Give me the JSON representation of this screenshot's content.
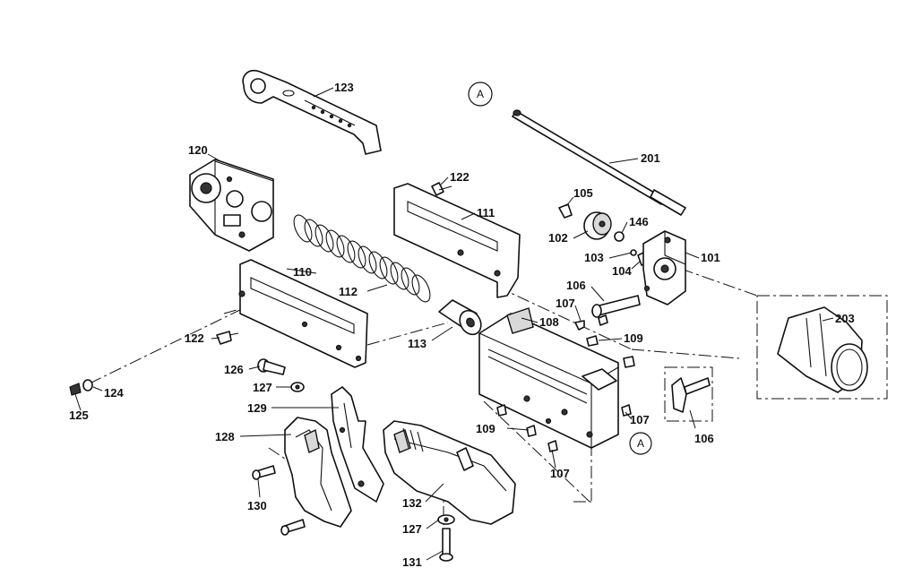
{
  "labels": {
    "p123": "123",
    "p120": "120",
    "p122a": "122",
    "p111": "111",
    "p201": "201",
    "p105": "105",
    "p146": "146",
    "p102": "102",
    "p103": "103",
    "p104": "104",
    "p101": "101",
    "p110": "110",
    "p112": "112",
    "p106a": "106",
    "p107a": "107",
    "p108": "108",
    "p203": "203",
    "p113": "113",
    "p109a": "109",
    "p122b": "122",
    "p126": "126",
    "p127a": "127",
    "p124": "124",
    "p125": "125",
    "p129": "129",
    "p128": "128",
    "p109b": "109",
    "p107b": "107",
    "p106b": "106",
    "p107c": "107",
    "p130": "130",
    "p132": "132",
    "p127b": "127",
    "p131": "131"
  },
  "markers": {
    "a_top": "A",
    "a_bottom": "A"
  }
}
